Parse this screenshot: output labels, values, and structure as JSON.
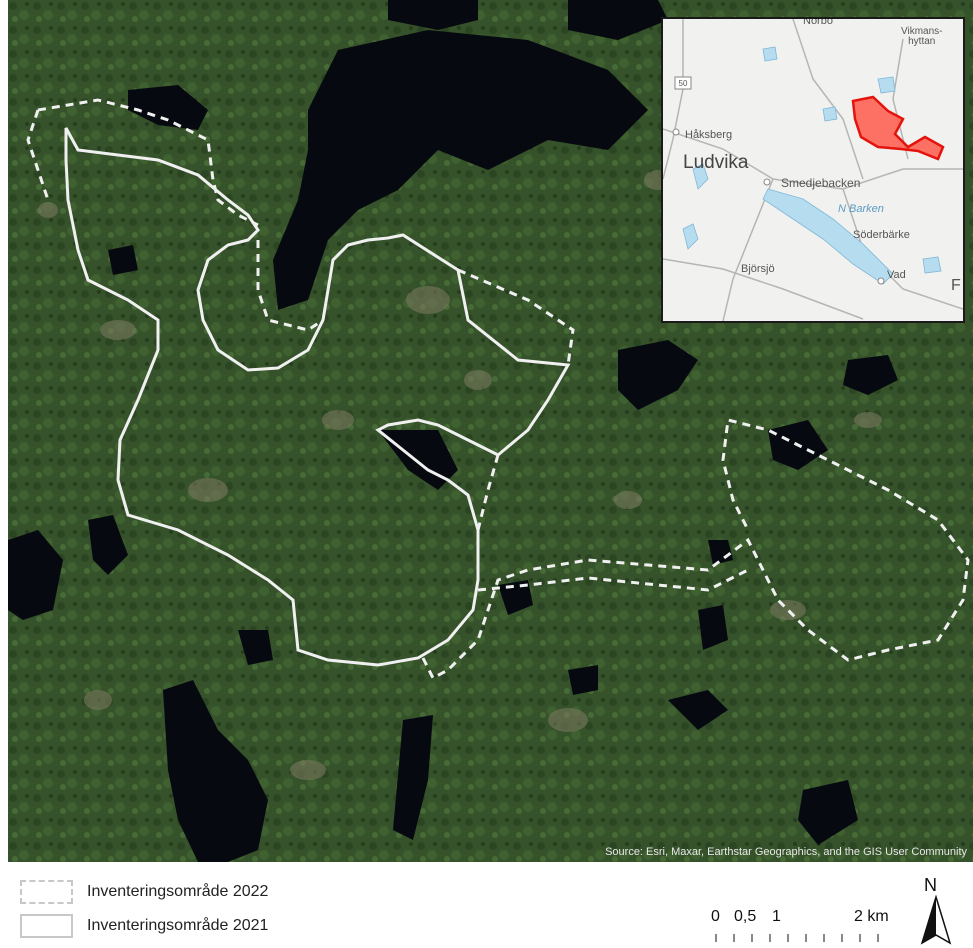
{
  "map": {
    "source_text": "Source: Esri, Maxar, Earthstar Geographics, and the GIS User Community"
  },
  "inset": {
    "labels": {
      "norbo": "Norbo",
      "vikmanshyttan": "Vikmans-\nhyttan",
      "haksberg": "Håksberg",
      "ludvika": "Ludvika",
      "smedjebacken": "Smedjebacken",
      "n_barken": "N Barken",
      "soderbarke": "Söderbärke",
      "bjorsjo": "Björsjö",
      "vad": "Vad",
      "f": "F"
    },
    "route_number": "50",
    "highlight_color": "#ff2a1a"
  },
  "legend": {
    "items": [
      {
        "label": "Inventeringsområde 2022",
        "style": "dashed"
      },
      {
        "label": "Inventeringsområde 2021",
        "style": "solid"
      }
    ]
  },
  "scalebar": {
    "ticks": [
      "0",
      "0,5",
      "1",
      "2 km"
    ]
  },
  "north_arrow": {
    "letter": "N"
  }
}
